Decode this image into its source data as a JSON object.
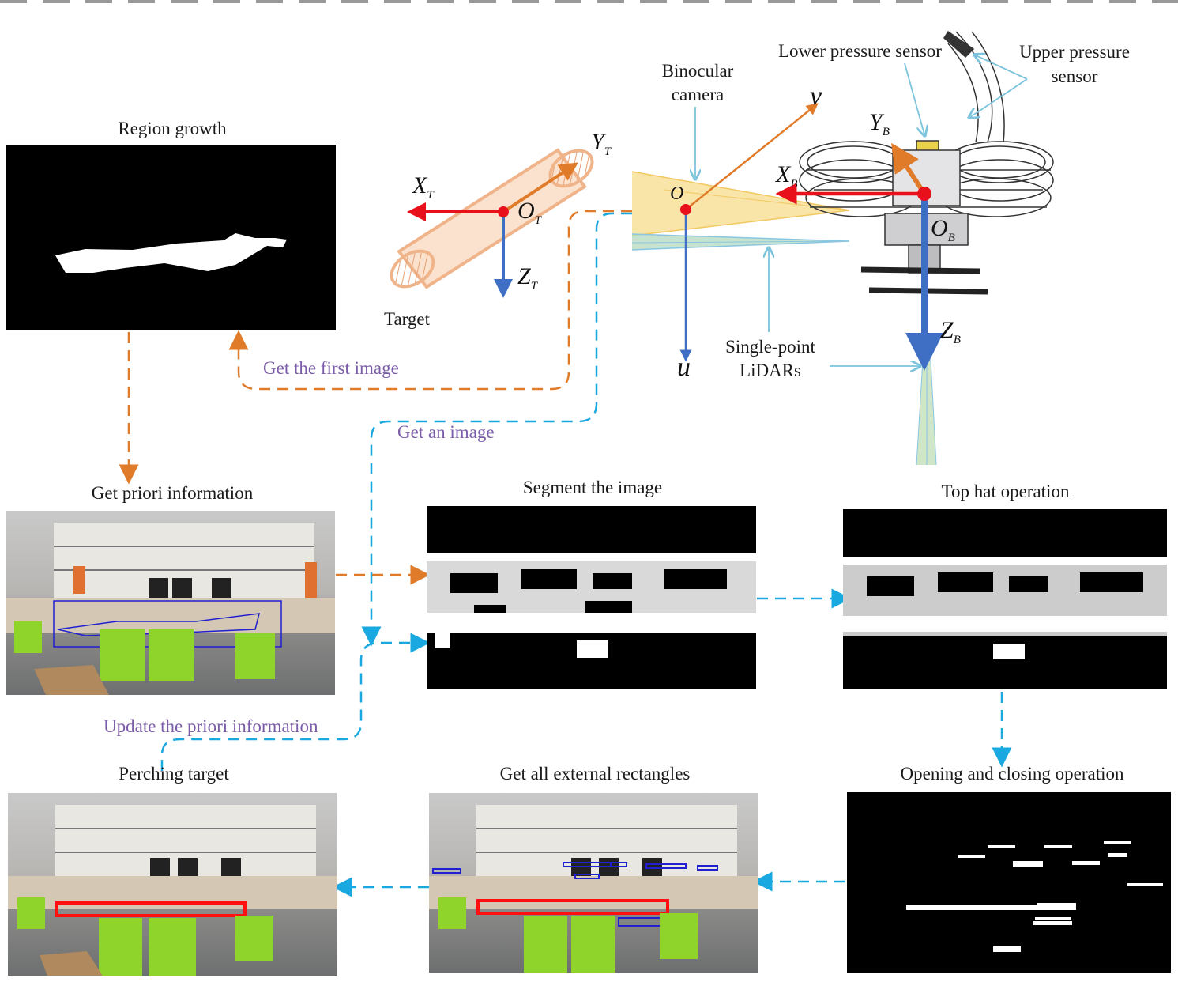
{
  "panels": {
    "region_growth": "Region growth",
    "priori": "Get  priori information",
    "segment": "Segment the image",
    "tophat": "Top hat operation",
    "opening": "Opening and closing operation",
    "rectangles": "Get all external rectangles",
    "perching": "Perching target"
  },
  "flow_labels": {
    "first_image": "Get the first image",
    "an_image": "Get an image",
    "update": "Update the priori information"
  },
  "hardware_labels": {
    "target": "Target",
    "camera_line1": "Binocular",
    "camera_line2": "camera",
    "lower_sensor": "Lower pressure sensor",
    "upper_sensor_line1": "Upper pressure",
    "upper_sensor_line2": "sensor",
    "lidar_line1": "Single-point",
    "lidar_line2": "LiDARs"
  },
  "axes": {
    "xt": "X",
    "xt_sub": "T",
    "yt": "Y",
    "yt_sub": "T",
    "ot": "O",
    "ot_sub": "T",
    "zt": "Z",
    "zt_sub": "T",
    "o": "O",
    "u": "u",
    "v": "v",
    "xb": "X",
    "xb_sub": "B",
    "yb": "Y",
    "yb_sub": "B",
    "ob": "O",
    "ob_sub": "B",
    "zb": "Z",
    "zb_sub": "B"
  },
  "colors": {
    "orange_flow": "#e07b2a",
    "blue_flow": "#1aa8e0",
    "axis_red": "#e8101a",
    "axis_blue": "#3f6fc4",
    "axis_orange": "#e07b2a",
    "flow_text": "#7a5ca8",
    "fov_yellow": "#f8dc8c",
    "fov_green": "#b8dcc4",
    "bbox_red": "#ff1010",
    "bbox_blue": "#2020d0",
    "stool_green": "#8fd42a"
  }
}
